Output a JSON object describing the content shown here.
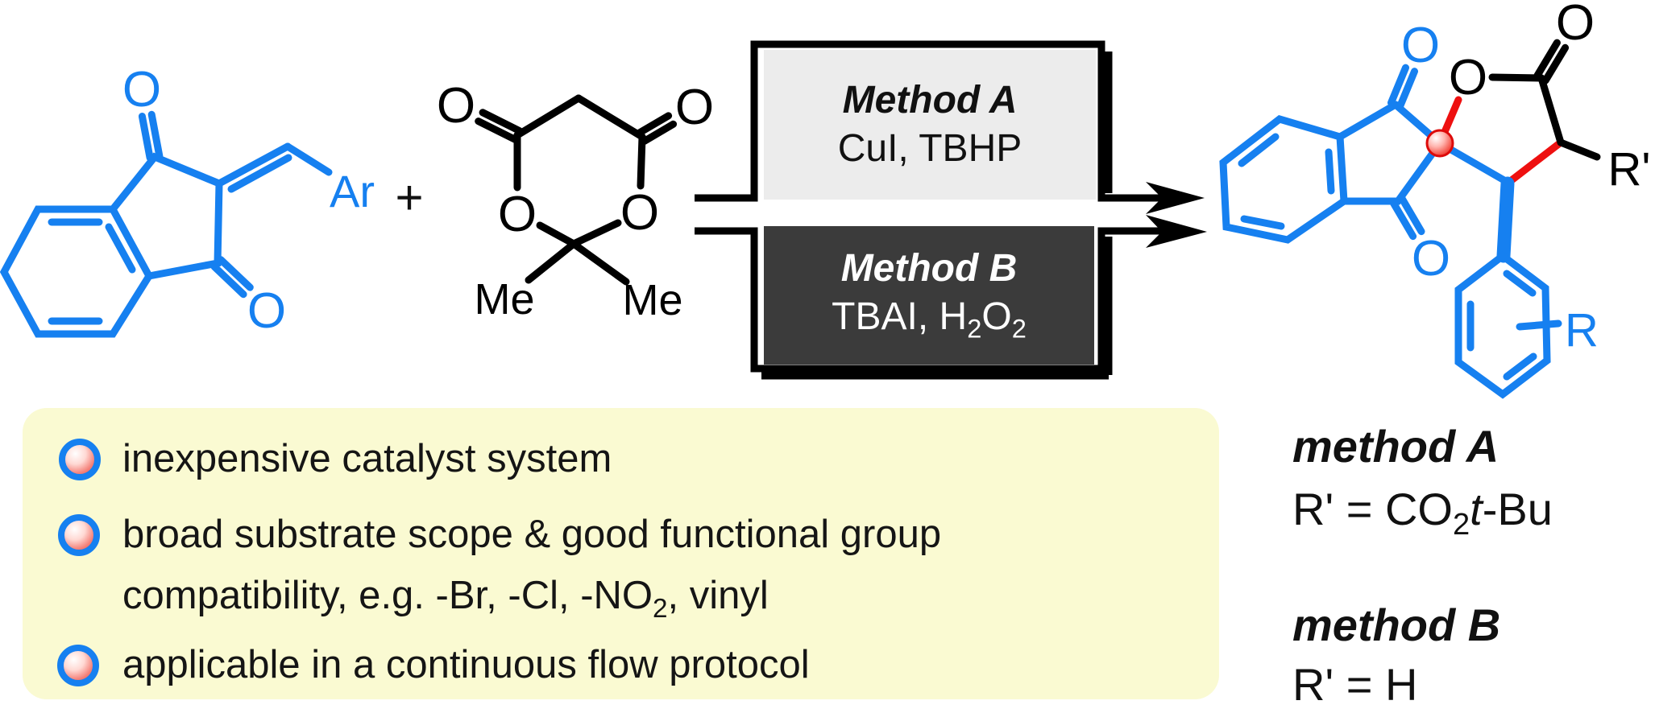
{
  "colors": {
    "structure_blue": "#1680F0",
    "highlight_red": "#EE1010",
    "panel_yellow": "#FAFAD2",
    "method_a_bg": "#ECECEC",
    "method_b_bg": "#3B3B3B"
  },
  "reactant_indanedione": {
    "o_top": "O",
    "o_bottom": "O",
    "ar_label": "Ar"
  },
  "plus_sign": "+",
  "reactant_meldrums_acid": {
    "o_carbonyl_left": "O",
    "o_carbonyl_right": "O",
    "o_ring_left": "O",
    "o_ring_right": "O",
    "me_left": "Me",
    "me_right": "Me"
  },
  "conditions": {
    "method_a": {
      "title": "Method A",
      "reagents": "CuI, TBHP"
    },
    "method_b": {
      "title": "Method B",
      "reagents_p1": "TBAI, H",
      "reagents_sub1": "2",
      "reagents_p2": "O",
      "reagents_sub2": "2"
    }
  },
  "product": {
    "o_indanedione_top": "O",
    "o_indanedione_bottom": "O",
    "o_lactone_ring": "O",
    "o_lactone_carbonyl": "O",
    "r_prime_label": "R'",
    "r_label": "R"
  },
  "highlights": {
    "items": [
      {
        "text": "inexpensive catalyst system"
      },
      {
        "line1": "broad substrate scope & good functional group",
        "line2_p1": "compatibility, e.g. -Br, -Cl, -NO",
        "line2_sub": "2",
        "line2_p2": ", vinyl"
      },
      {
        "text": "applicable in a continuous flow protocol"
      }
    ]
  },
  "legend": {
    "method_a_title": "method A",
    "method_a_value_p1": "R' = CO",
    "method_a_value_sub": "2",
    "method_a_value_it": "t",
    "method_a_value_p2": "-Bu",
    "method_b_title": "method B",
    "method_b_value": "R' = H"
  }
}
